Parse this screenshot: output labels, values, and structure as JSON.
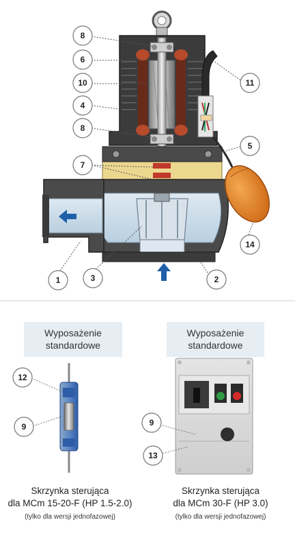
{
  "callouts": [
    "8",
    "6",
    "10",
    "4",
    "8",
    "7",
    "1",
    "3",
    "2",
    "14",
    "5",
    "11",
    "12",
    "9",
    "9",
    "13"
  ],
  "left_panel": {
    "tag_line1": "Wyposażenie",
    "tag_line2": "standardowe",
    "caption_line1": "Skrzynka sterująca",
    "caption_line2": "dla MCm 15-20-F (HP 1.5-2.0)",
    "caption_note": "(tylko dla wersji jednofazowej)"
  },
  "right_panel": {
    "tag_line1": "Wyposażenie",
    "tag_line2": "standardowe",
    "caption_line1": "Skrzynka sterująca",
    "caption_line2": "dla MCm 30-F (HP 3.0)",
    "caption_note": "(tylko dla wersji jednofazowej)"
  },
  "colors": {
    "housing": "#3b3b3b",
    "volute": "#c9dbe8",
    "float": "#e8862a",
    "tag_bg": "#e6eef4",
    "flow_arrow": "#1f5fa8"
  }
}
